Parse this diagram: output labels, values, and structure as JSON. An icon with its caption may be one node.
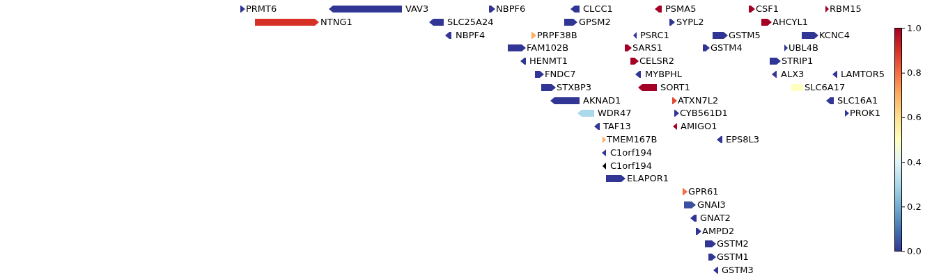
{
  "diagram": {
    "nodes": [
      {
        "text": [
          "PRMT6"
        ]
      },
      {
        "text": [
          "VAV3"
        ]
      },
      {
        "text": [
          "NBPF6"
        ]
      },
      {
        "text": [
          "CLCC1"
        ]
      },
      {
        "text": [
          "PSMA5"
        ]
      },
      {
        "text": [
          "CSF1"
        ]
      },
      {
        "text": [
          "RBM15"
        ]
      },
      {
        "text": [
          "NTNG1"
        ]
      },
      {
        "text": [
          "SLC25A24"
        ]
      },
      {
        "text": [
          "GPSM2"
        ]
      },
      {
        "text": [
          "SYPL2"
        ]
      },
      {
        "text": [
          "AHCYL1"
        ]
      },
      {
        "text": [
          "NBPF4"
        ]
      },
      {
        "text": [
          "PRPF38B"
        ]
      },
      {
        "text": [
          "PSRC1"
        ]
      },
      {
        "text": [
          "GSTM5"
        ]
      },
      {
        "text": [
          "KCNC4"
        ]
      },
      {
        "text": [
          "FAM102B"
        ]
      },
      {
        "text": [
          "SARS1"
        ]
      },
      {
        "text": [
          "GSTM4"
        ]
      },
      {
        "text": [
          "UBL4B"
        ]
      },
      {
        "text": [
          "HENMT1"
        ]
      },
      {
        "text": [
          "CELSR2"
        ]
      },
      {
        "text": [
          "STRIP1"
        ]
      },
      {
        "text": [
          "FNDC7"
        ]
      },
      {
        "text": [
          "MYBPHL"
        ]
      },
      {
        "text": [
          "ALX3"
        ]
      },
      {
        "text": [
          "LAMTOR5"
        ]
      },
      {
        "text": [
          "STXBP3"
        ]
      },
      {
        "text": [
          "SORT1"
        ]
      },
      {
        "text": [
          "SLC6A17"
        ]
      },
      {
        "text": [
          "AKNAD1"
        ]
      },
      {
        "text": [
          "ATXN7L2"
        ]
      },
      {
        "text": [
          "SLC16A1"
        ]
      },
      {
        "text": [
          "WDR47"
        ]
      },
      {
        "text": [
          "CYB561D1"
        ]
      },
      {
        "text": [
          "PROK1"
        ]
      },
      {
        "text": [
          "TAF13"
        ]
      },
      {
        "text": [
          "AMIGO1"
        ]
      },
      {
        "text": [
          "TMEM167B"
        ]
      },
      {
        "text": [
          "EPS8L3"
        ]
      },
      {
        "text": [
          "C1orf194"
        ]
      },
      {
        "text": [
          "C1orf194"
        ]
      },
      {
        "text": [
          "ELAPOR1"
        ]
      },
      {
        "text": [
          "GPR61"
        ]
      },
      {
        "text": [
          "GNAI3"
        ]
      },
      {
        "text": [
          "GNAT2"
        ]
      },
      {
        "text": [
          "AMPD2"
        ]
      },
      {
        "text": [
          "GSTM2"
        ]
      },
      {
        "text": [
          "GSTM1"
        ]
      },
      {
        "text": [
          "GSTM3"
        ]
      }
    ],
    "labels": [
      "1.0",
      "0.8",
      "0.6",
      "0.4",
      "0.2",
      "0.0"
    ]
  }
}
